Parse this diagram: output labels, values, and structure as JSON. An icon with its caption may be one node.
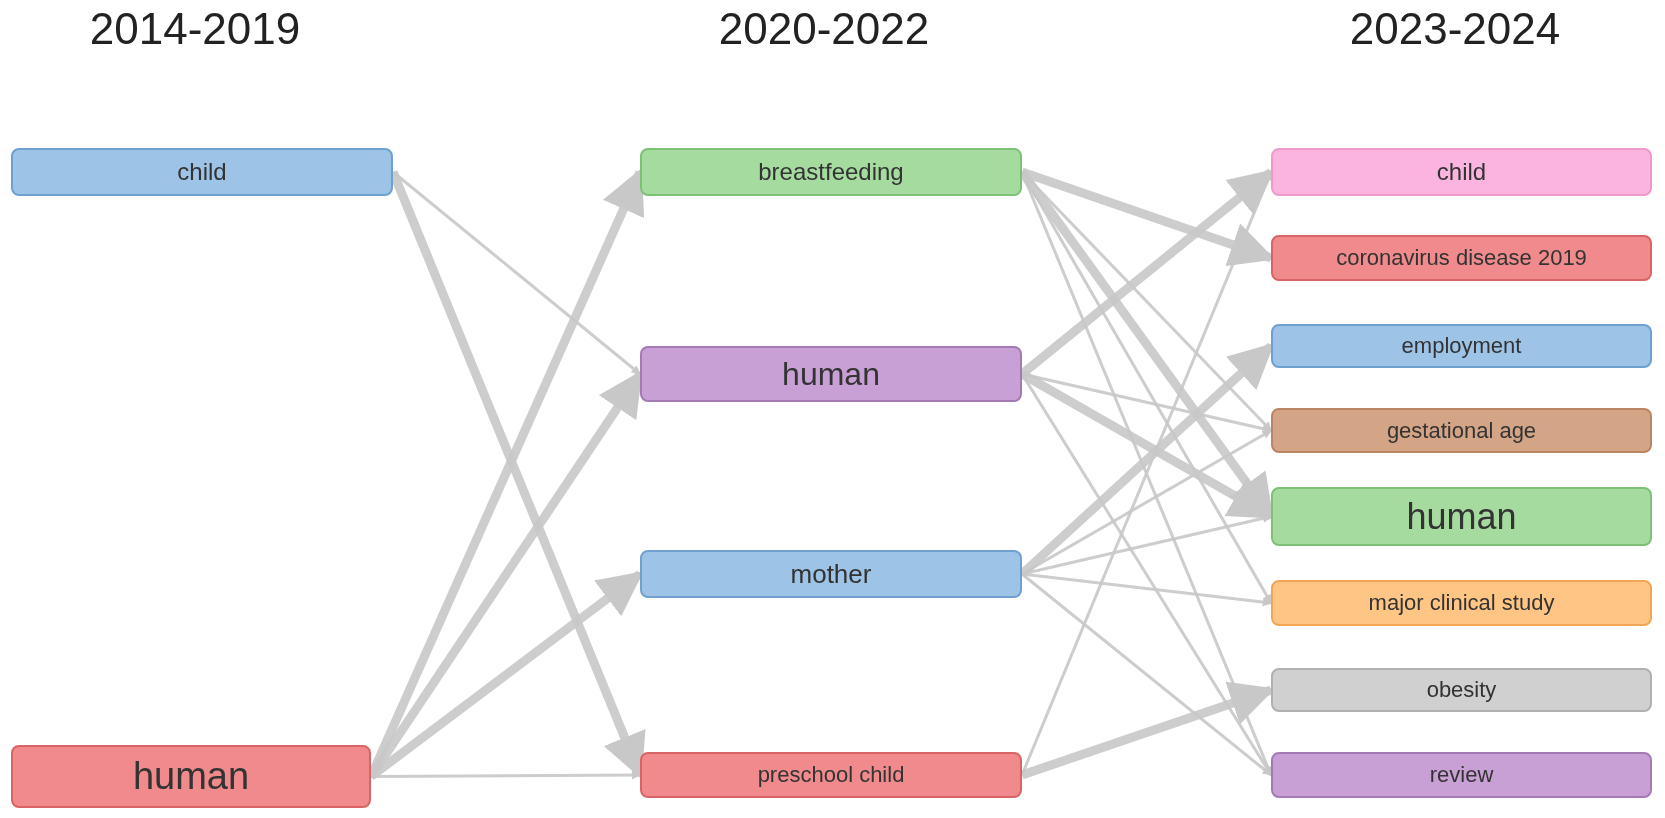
{
  "diagram": {
    "nodes": [
      {
        "text": [
          "child"
        ]
      },
      {
        "text": [
          "human"
        ]
      },
      {
        "text": [
          "breastfeeding"
        ]
      },
      {
        "text": [
          "human"
        ]
      },
      {
        "text": [
          "mother"
        ]
      },
      {
        "text": [
          "preschool child"
        ]
      },
      {
        "text": [
          "child"
        ]
      },
      {
        "text": [
          "coronavirus disease 2019"
        ]
      },
      {
        "text": [
          "employment"
        ]
      },
      {
        "text": [
          "gestational age"
        ]
      },
      {
        "text": [
          "human"
        ]
      },
      {
        "text": [
          "major clinical study"
        ]
      },
      {
        "text": [
          "obesity"
        ]
      },
      {
        "text": [
          "review"
        ]
      }
    ],
    "edges": [
      {
        "from": 0,
        "to": 3,
        "arrow": "to"
      },
      {
        "from": 0,
        "to": 5,
        "arrow": "to",
        "style": "thick"
      },
      {
        "from": 1,
        "to": 2,
        "arrow": "to",
        "style": "thick"
      },
      {
        "from": 1,
        "to": 3,
        "arrow": "to",
        "style": "thick"
      },
      {
        "from": 1,
        "to": 4,
        "arrow": "to",
        "style": "thick"
      },
      {
        "from": 1,
        "to": 5,
        "arrow": "to"
      },
      {
        "from": 2,
        "to": 7,
        "arrow": "to",
        "style": "thick"
      },
      {
        "from": 2,
        "to": 9,
        "arrow": "to"
      },
      {
        "from": 2,
        "to": 10,
        "arrow": "to",
        "style": "thick"
      },
      {
        "from": 2,
        "to": 11,
        "arrow": "to"
      },
      {
        "from": 2,
        "to": 13,
        "arrow": "to"
      },
      {
        "from": 3,
        "to": 6,
        "arrow": "to",
        "style": "thick"
      },
      {
        "from": 3,
        "to": 9,
        "arrow": "to"
      },
      {
        "from": 3,
        "to": 10,
        "arrow": "to",
        "style": "thick"
      },
      {
        "from": 3,
        "to": 13,
        "arrow": "to"
      },
      {
        "from": 4,
        "to": 8,
        "arrow": "to",
        "style": "thick"
      },
      {
        "from": 4,
        "to": 9,
        "arrow": "to"
      },
      {
        "from": 4,
        "to": 10,
        "arrow": "to"
      },
      {
        "from": 4,
        "to": 11,
        "arrow": "to"
      },
      {
        "from": 4,
        "to": 13,
        "arrow": "to"
      },
      {
        "from": 5,
        "to": 6,
        "arrow": "to"
      },
      {
        "from": 5,
        "to": 12,
        "arrow": "to",
        "style": "thick"
      }
    ],
    "labels": [
      "2014-2019",
      "2020-2022",
      "2023-2024"
    ]
  }
}
